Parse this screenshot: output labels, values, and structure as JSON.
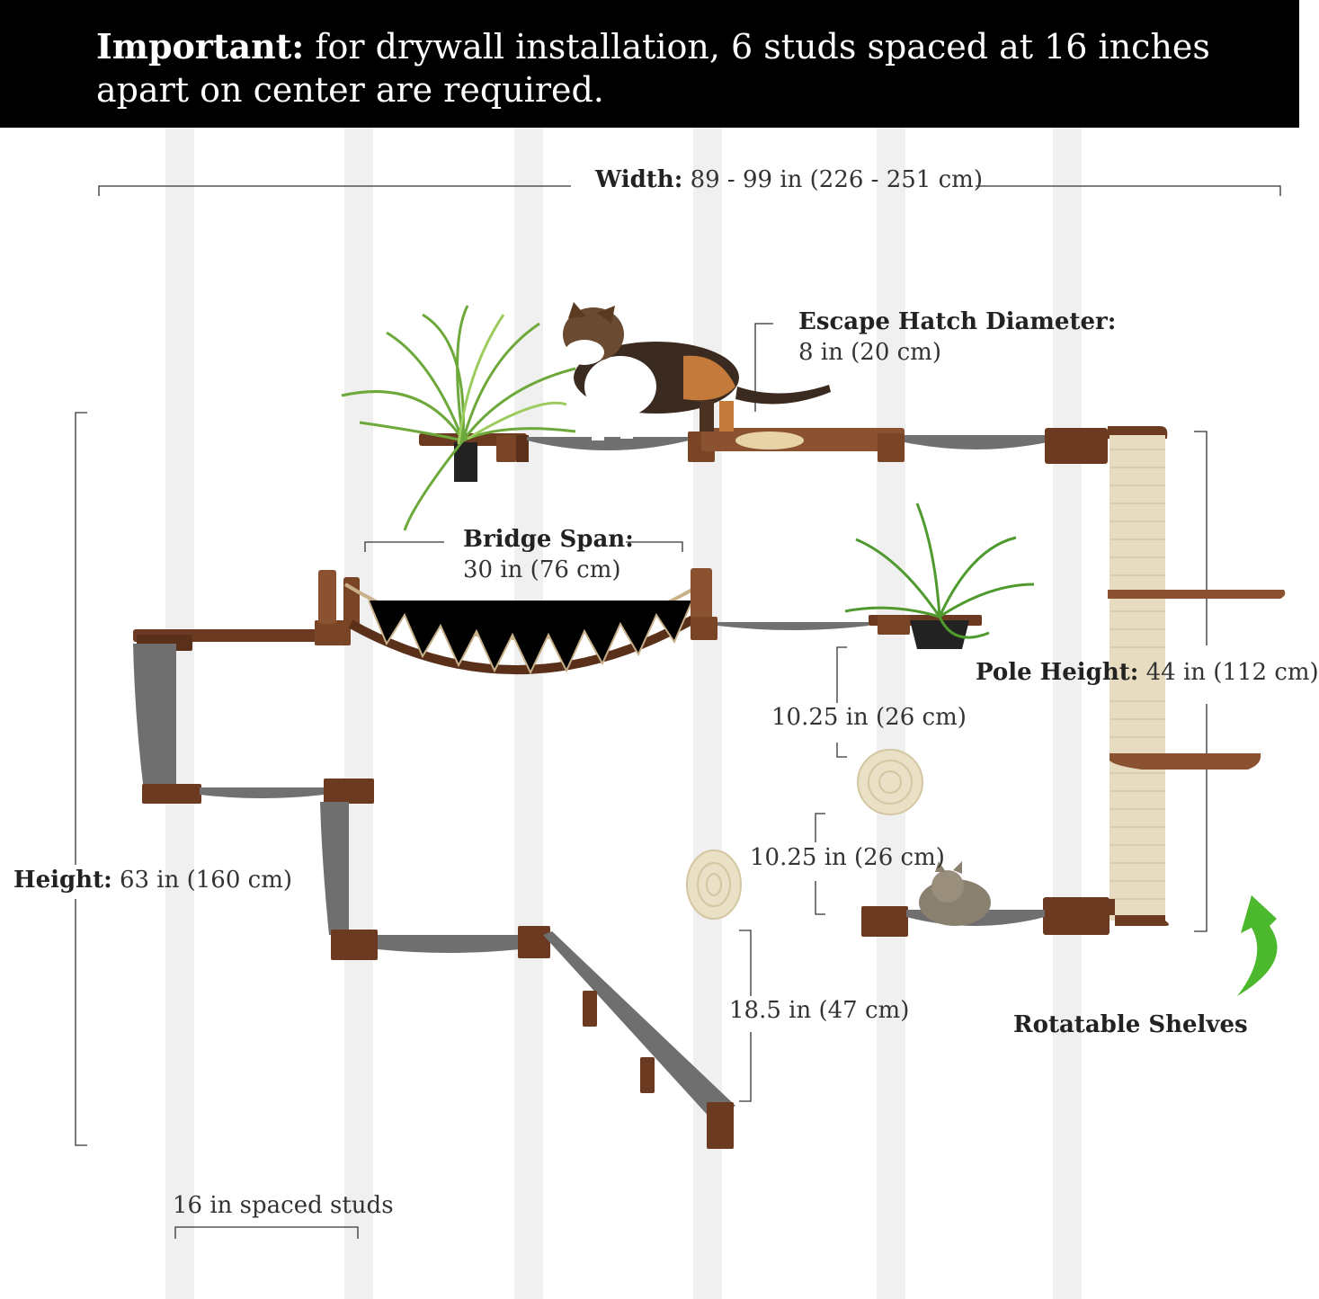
{
  "banner": {
    "bold": "Important:",
    "text": " for drywall installation, 6 studs spaced at 16 inches apart on center are required."
  },
  "dimensions": {
    "width": {
      "label": "Width:",
      "value": " 89 - 99 in (226 - 251 cm)"
    },
    "escape_hatch": {
      "label": "Escape Hatch Diameter:",
      "value": "8 in (20 cm)"
    },
    "bridge_span": {
      "label": "Bridge Span:",
      "value": "30 in (76 cm)"
    },
    "pole_height": {
      "label": "Pole Height:",
      "value": " 44 in (112 cm)"
    },
    "height": {
      "label": "Height:",
      "value": " 63 in (160 cm)"
    },
    "gap_upper": "10.25 in (26 cm)",
    "gap_lower": "10.25 in (26 cm)",
    "ramp_drop": "18.5 in (47 cm)",
    "stud_spacing": "16 in spaced studs"
  },
  "feature": {
    "rotatable_shelves": "Rotatable Shelves"
  },
  "colors": {
    "wood": "#6b3a20",
    "hammock": "#707070",
    "sisal": "#e8dcc0",
    "arrow": "#4cb82e"
  },
  "icons": [
    "cat-icon",
    "plant-icon",
    "rotate-arrow-icon"
  ]
}
